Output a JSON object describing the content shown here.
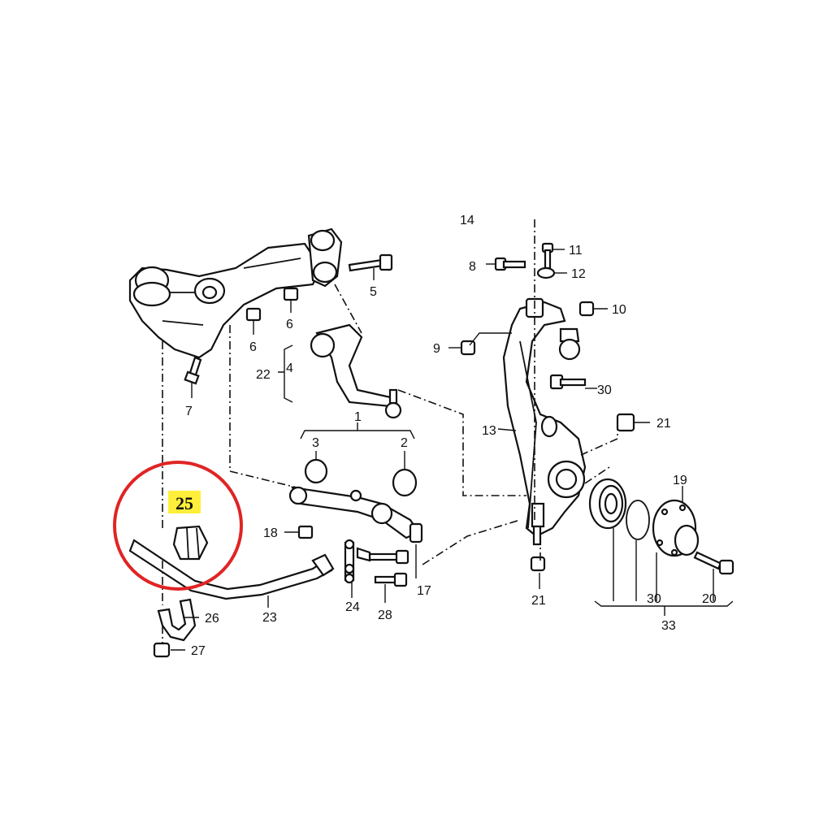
{
  "diagram": {
    "highlight": {
      "label": "25",
      "highlight_color": "#ffef3a",
      "circle_color": "#e02424"
    },
    "callouts": {
      "c1": "1",
      "c2": "2",
      "c3": "3",
      "c4": "4",
      "c5": "5",
      "c6a": "6",
      "c6b": "6",
      "c7": "7",
      "c8": "8",
      "c9": "9",
      "c10": "10",
      "c11": "11",
      "c12": "12",
      "c13": "13",
      "c14": "14",
      "c17": "17",
      "c18": "18",
      "c19": "19",
      "c20": "20",
      "c21a": "21",
      "c21b": "21",
      "c22": "22",
      "c23": "23",
      "c24": "24",
      "c26": "26",
      "c27": "27",
      "c28": "28",
      "c30a": "30",
      "c30b": "30",
      "c33": "33"
    }
  }
}
